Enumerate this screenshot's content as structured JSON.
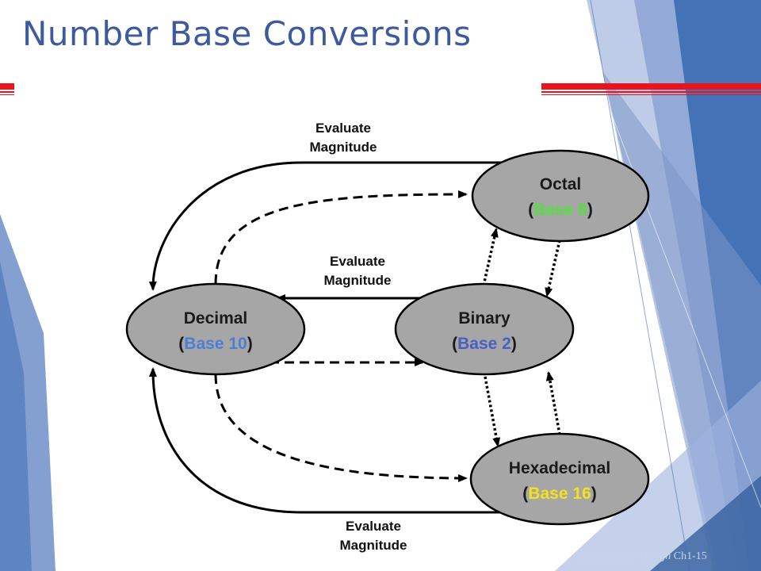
{
  "slide": {
    "title": "Number Base Conversions",
    "footer_course": "Digital Logic Design",
    "footer_page": "Ch1-15"
  },
  "nodes": {
    "octal": {
      "name": "Octal",
      "base": "Base 8",
      "base_color": "#55e040"
    },
    "decimal": {
      "name": "Decimal",
      "base": "Base 10",
      "base_color": "#4a7fd4"
    },
    "binary": {
      "name": "Binary",
      "base": "Base 2",
      "base_color": "#4a5fc4"
    },
    "hex": {
      "name": "Hexadecimal",
      "base": "Base 16",
      "base_color": "#f5e020"
    }
  },
  "edge_labels": {
    "top_line1": "Evaluate",
    "top_line2": "Magnitude",
    "middle_line1": "Evaluate",
    "middle_line2": "Magnitude",
    "bottom_line1": "Evaluate",
    "bottom_line2": "Magnitude"
  },
  "colors": {
    "title": "#3d5a9e",
    "node_fill": "#a6a6a6",
    "accent_red": "#e8161c"
  }
}
